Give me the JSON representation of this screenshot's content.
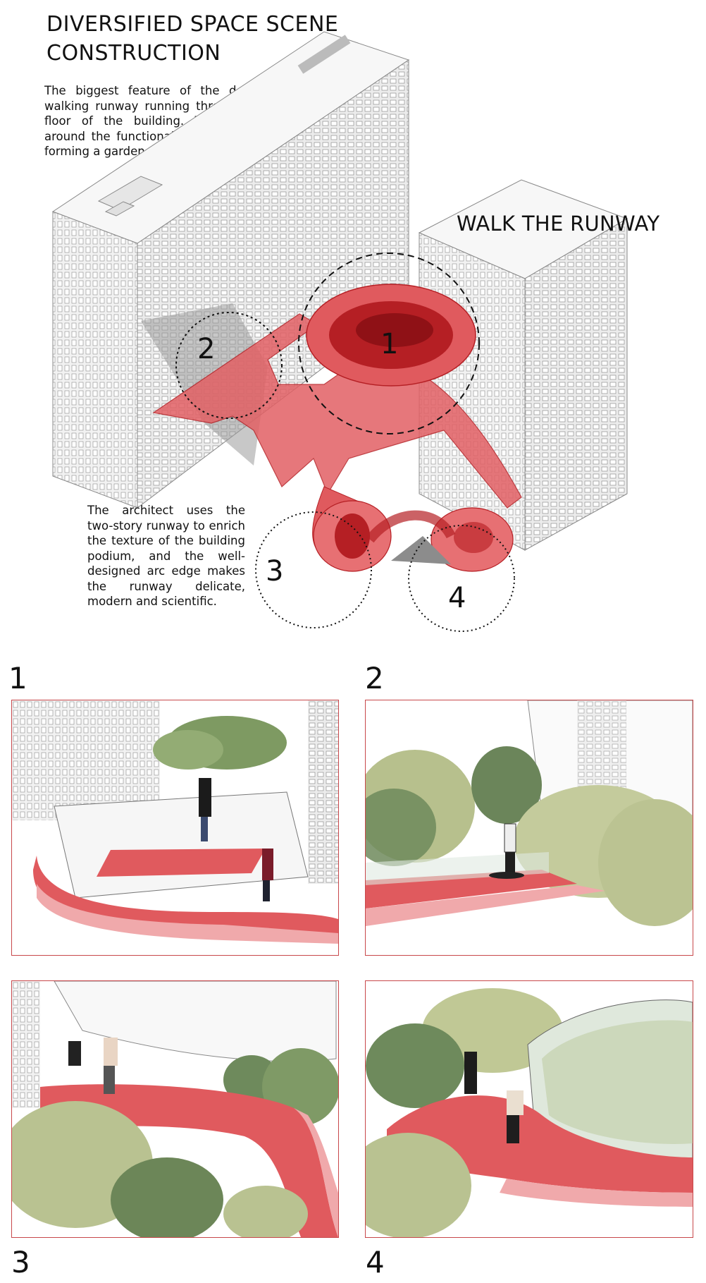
{
  "title": "DIVERSIFIED SPACE SCENE CONSTRUCTION",
  "intro_text": "The biggest feature of the design is the walking runway running through the second floor of the building. The runway winds around the functional spaces like streamers, forming a garden style walking space.",
  "walk_label": "WALK THE RUNWAY",
  "side_text": "The architect uses the two-story runway to enrich the texture of the building podium, and the well-designed arc edge makes the runway delicate, modern and scientific.",
  "callouts": [
    "1",
    "2",
    "3",
    "4"
  ],
  "panel_labels": [
    "1",
    "2",
    "3",
    "4"
  ],
  "colors": {
    "runway_red": "#e05a5e",
    "deep_red": "#b51f24",
    "border_red": "#c8484b",
    "tree_green": "#b9c291",
    "dark_green": "#6e8a5c",
    "building_gray": "#d9d9d9"
  }
}
